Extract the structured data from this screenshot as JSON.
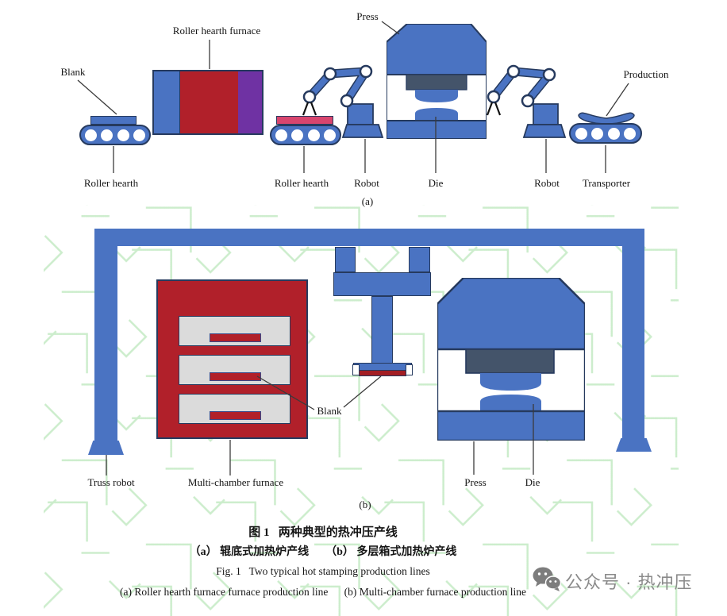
{
  "panel_a": {
    "tag": "(a)",
    "labels": {
      "blank": "Blank",
      "roller_hearth_furnace": "Roller hearth furnace",
      "press": "Press",
      "production": "Production",
      "roller_hearth_left": "Roller hearth",
      "roller_hearth_mid": "Roller hearth",
      "robot_left": "Robot",
      "die": "Die",
      "robot_right": "Robot",
      "transporter": "Transporter"
    }
  },
  "panel_b": {
    "tag": "(b)",
    "labels": {
      "blank": "Blank",
      "truss_robot": "Truss robot",
      "multi_chamber_furnace": "Multi-chamber furnace",
      "press": "Press",
      "die": "Die"
    }
  },
  "caption": {
    "zh_title": "图 1   两种典型的热冲压产线",
    "zh_subtitle": "（a） 辊底式加热炉产线      （b） 多层箱式加热炉产线",
    "en_title": "Fig. 1   Two typical hot stamping production lines",
    "en_subtitle": "(a) Roller hearth furnace furnace production line      (b) Multi-chamber furnace production line"
  },
  "badge": {
    "icon": "wechat-icon",
    "text": "公众号 · 热冲压"
  },
  "colors": {
    "machine_blue": "#4a73c2",
    "furnace_red": "#b1202a",
    "heated_blank_pink": "#d8456e",
    "furnace_purple": "#6f32a3",
    "die_holder_slab": "#44546a",
    "chamber_grey": "#dbdbdb",
    "outline_navy": "#263a5e",
    "watermark_green": "#c9ecc9",
    "badge_grey": "#8a8a8a"
  }
}
